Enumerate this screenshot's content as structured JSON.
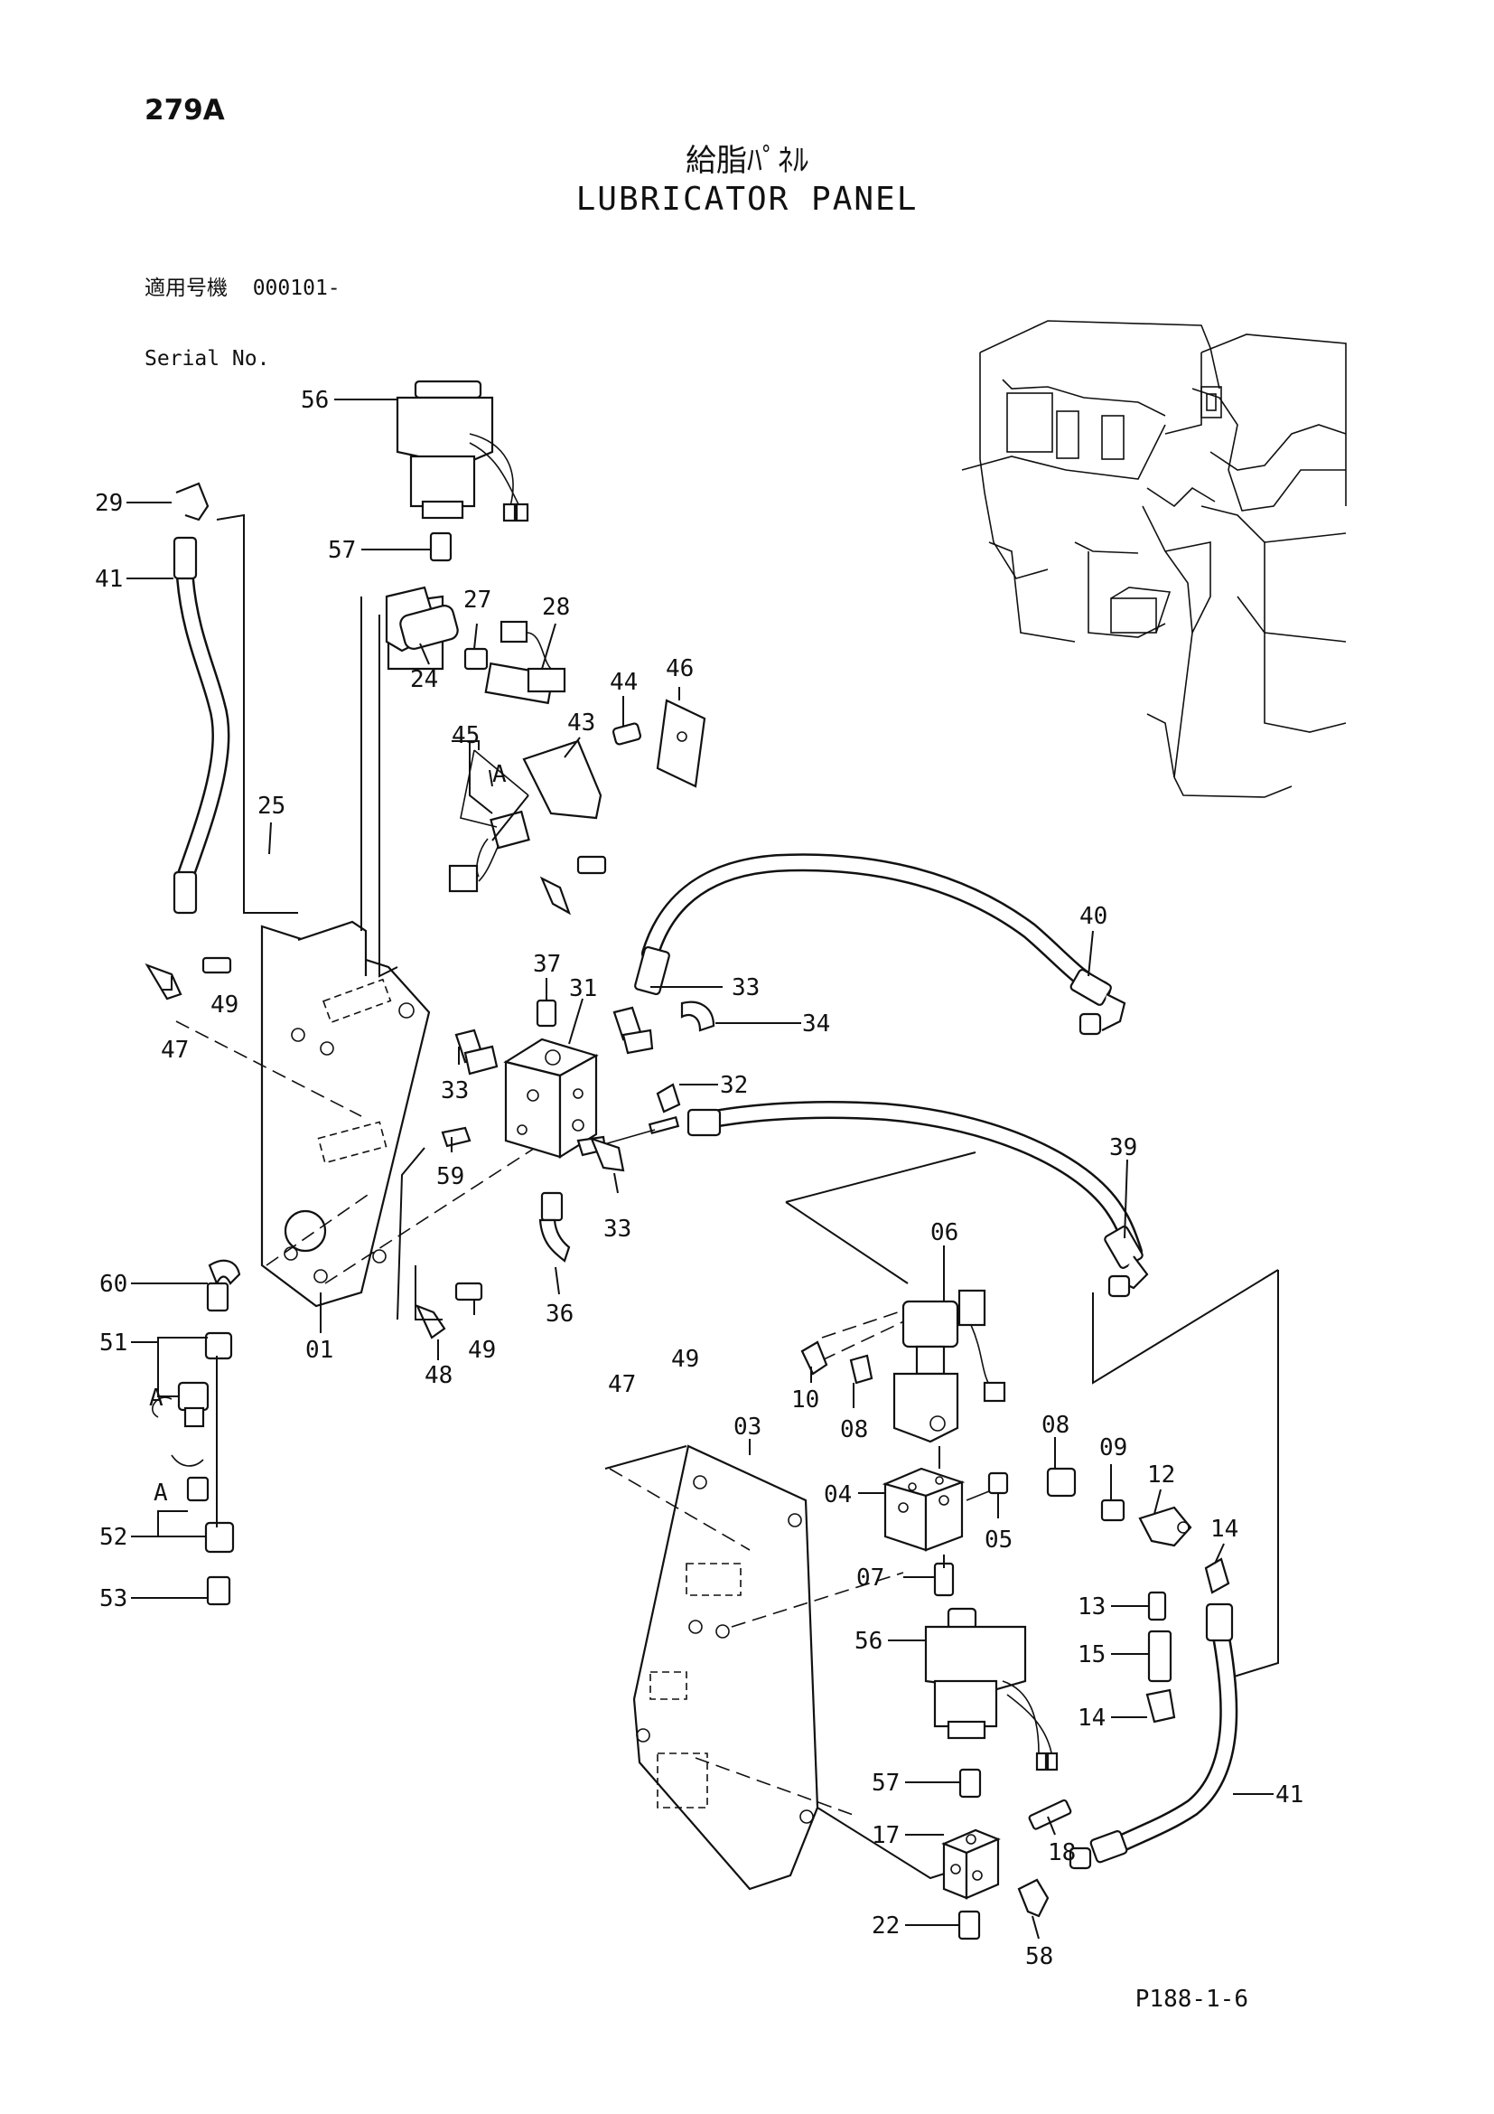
{
  "page_number": "279A",
  "title_jp": "給脂ﾊﾟﾈﾙ",
  "title_en": "LUBRICATOR PANEL",
  "serial": {
    "label_jp": "適用号機",
    "value": "000101-",
    "label_en": "Serial No."
  },
  "footer_code": "P188-1-6",
  "callouts": [
    "56",
    "29",
    "41",
    "57",
    "27",
    "28",
    "24",
    "44",
    "46",
    "43",
    "45",
    "A",
    "25",
    "40",
    "37",
    "31",
    "33",
    "34",
    "49",
    "47",
    "32",
    "59",
    "39",
    "06",
    "60",
    "36",
    "01",
    "48",
    "51",
    "A",
    "10",
    "08",
    "03",
    "08",
    "09",
    "12",
    "04",
    "05",
    "14",
    "52",
    "A",
    "07",
    "13",
    "15",
    "53",
    "56",
    "14",
    "41",
    "57",
    "17",
    "18",
    "22",
    "58"
  ]
}
